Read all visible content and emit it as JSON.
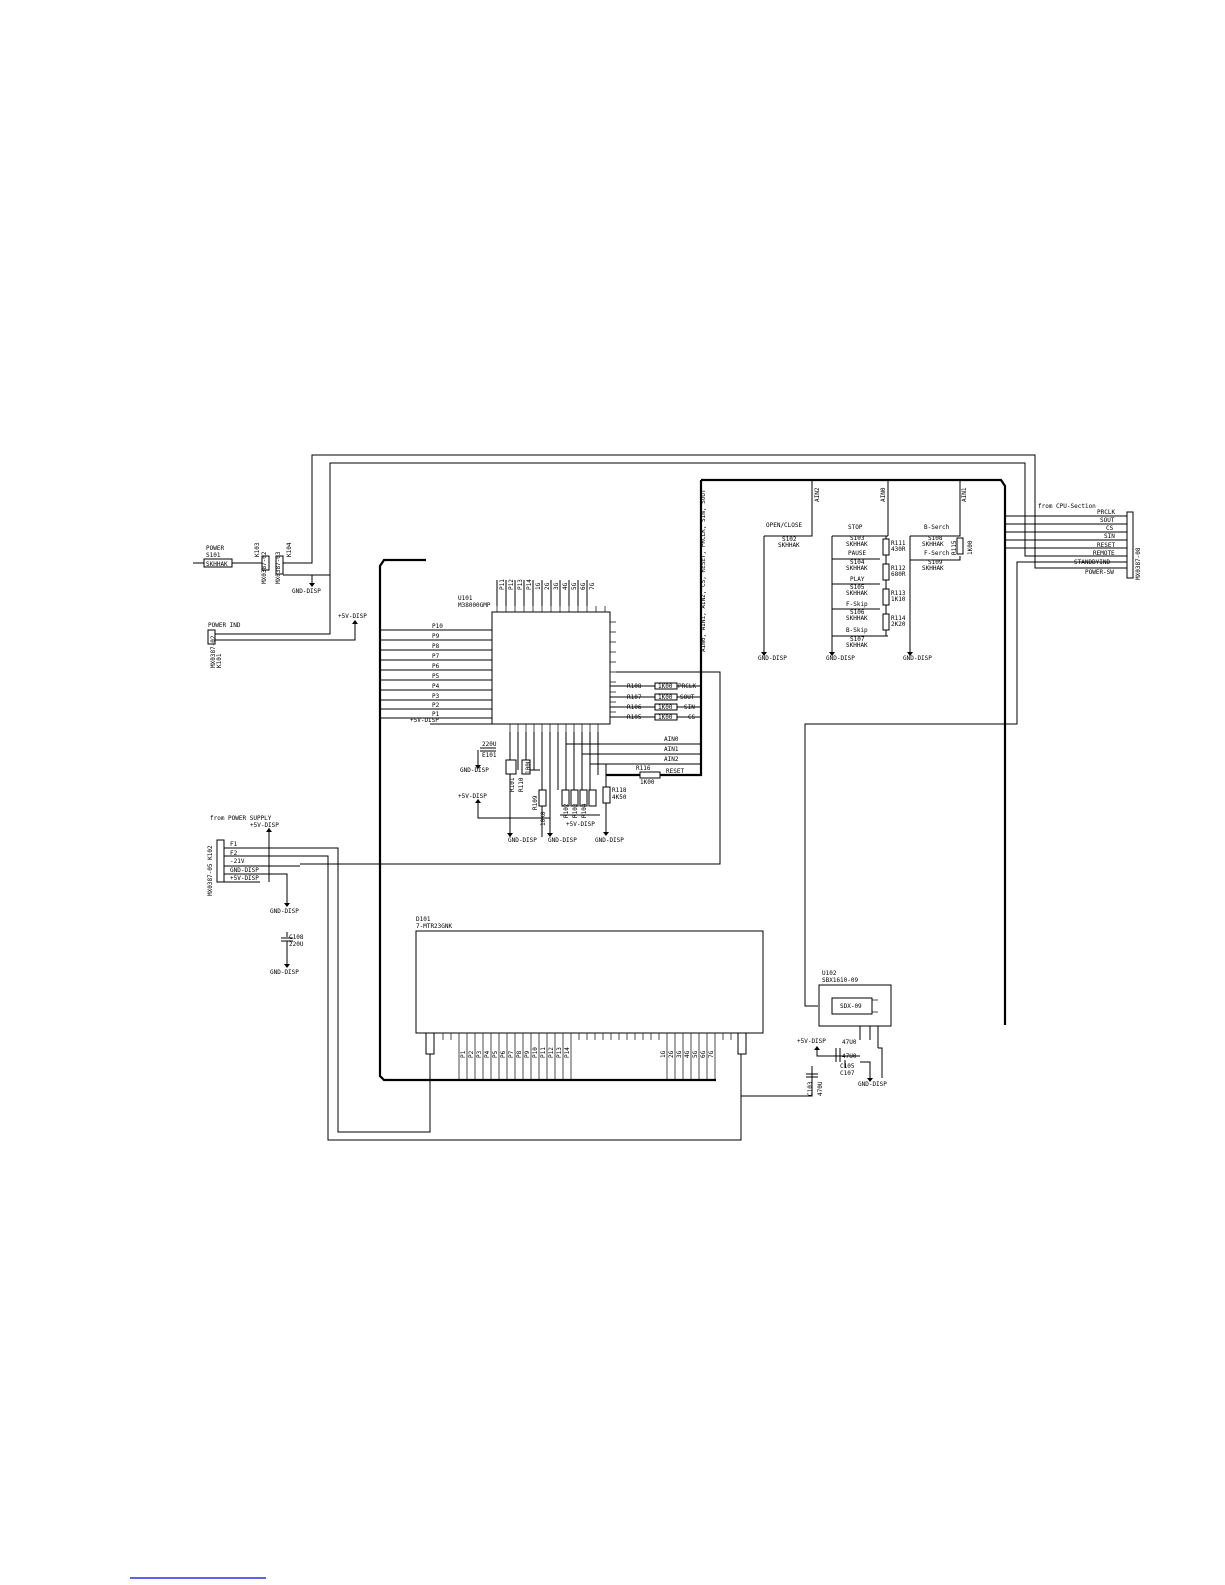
{
  "power_switch": {
    "label": "POWER",
    "ref": "S101",
    "part": "SKHHAK"
  },
  "k103": {
    "ref": "K103",
    "part": "MX0387-02"
  },
  "k104": {
    "ref": "K104",
    "part": "MX0387-03"
  },
  "k101": {
    "label": "POWER IND",
    "ref": "K101",
    "part": "MX0387-02"
  },
  "u101": {
    "ref": "U101",
    "part": "M38000GMP",
    "left_pins": [
      "P10",
      "P9",
      "P8",
      "P7",
      "P6",
      "P5",
      "P4",
      "P3",
      "P2",
      "P1"
    ],
    "top_pins": [
      "P11",
      "P12",
      "P13",
      "P14",
      "1G",
      "2G",
      "3G",
      "4G",
      "5G",
      "6G",
      "7G"
    ],
    "supply_label": "+5V-DISP"
  },
  "serial_resistors": [
    {
      "ref": "R108",
      "value": "1K00",
      "signal": "PRCLK"
    },
    {
      "ref": "R107",
      "value": "1K00",
      "signal": "SOUT"
    },
    {
      "ref": "R106",
      "value": "1K00",
      "signal": "SIN"
    },
    {
      "ref": "R105",
      "value": "1K00",
      "signal": "CS"
    }
  ],
  "analog_inputs": [
    "AIN0",
    "AIN1",
    "AIN2"
  ],
  "reset": {
    "ref": "R116",
    "value": "1K00",
    "signal": "RESET"
  },
  "bus_label": "AIN0, AIN1, AIN2, CS, RESET, PRCLK, SIN, SOUT",
  "keys": {
    "open_close": {
      "label": "OPEN/CLOSE",
      "ref": "S102",
      "part": "SKHHAK"
    },
    "stop": {
      "label": "STOP",
      "ref": "S103",
      "part": "SKHHAK"
    },
    "pause": {
      "label": "PAUSE",
      "ref": "S104",
      "part": "SKHHAK"
    },
    "play": {
      "label": "PLAY",
      "ref": "S105",
      "part": "SKHHAK"
    },
    "f_skip": {
      "label": "F-Skip",
      "ref": "S106",
      "part": "SKHHAK"
    },
    "b_skip": {
      "label": "B-Skip",
      "ref": "S107",
      "part": "SKHHAK"
    },
    "b_serch": {
      "label": "B-Serch",
      "ref": "S108",
      "part": "SKHHAK"
    },
    "f_serch": {
      "label": "F-Serch",
      "ref": "S109",
      "part": "SKHHAK"
    }
  },
  "ladder_resistors": [
    {
      "ref": "R111",
      "value": "430R"
    },
    {
      "ref": "R112",
      "value": "680R"
    },
    {
      "ref": "R113",
      "value": "1K10"
    },
    {
      "ref": "R114",
      "value": "2K20"
    },
    {
      "ref": "R115",
      "value": "1K00"
    }
  ],
  "connector_right": {
    "caption": "from CPU-Section",
    "part": "MX0387-08",
    "signals": [
      "PRCLK",
      "SOUT",
      "CS",
      "SIN",
      "RESET",
      "REMOTE",
      "STANDBYIND",
      "POWER-SW"
    ]
  },
  "power_supply": {
    "caption": "from POWER SUPPLY",
    "supply": "+5V-DISP",
    "connector": "MX0387-05 K102",
    "signals": [
      "F1",
      "F2",
      "-21V",
      "GND-DISP",
      "+5V-DISP"
    ]
  },
  "caps": {
    "e101": {
      "ref": "E101",
      "value": "220U"
    },
    "c102": {
      "ref": "C102",
      "value": "100U"
    },
    "c108": {
      "ref": "C108",
      "value": "220U"
    },
    "c103": {
      "ref": "C103",
      "value": "470U"
    },
    "c106": {
      "value": "47U0"
    },
    "c105": {
      "ref": "C105",
      "value": "47U0"
    },
    "c107": {
      "ref": "C107"
    }
  },
  "small_resistors": [
    "R101",
    "R102",
    "R103",
    "R104",
    "R110"
  ],
  "r115_val": "1K00",
  "r118": {
    "ref": "R118",
    "value": "4K50"
  },
  "r109": {
    "ref": "R109",
    "value": "10K0"
  },
  "vfd": {
    "ref": "D101",
    "part": "7-MTR23GNK",
    "pins_left": [
      "P1",
      "P2",
      "P3",
      "P4",
      "P5",
      "P6",
      "P7",
      "P8",
      "P9",
      "P10",
      "P11",
      "P12",
      "P13",
      "P14"
    ],
    "pins_right": [
      "1G",
      "2G",
      "3G",
      "4G",
      "5G",
      "6G",
      "7G"
    ]
  },
  "u102": {
    "ref": "U102",
    "part": "SBX1610-09",
    "inner": "SDX-09"
  },
  "rails": {
    "gnd": "GND-DISP",
    "vcc": "+5V-DISP"
  }
}
